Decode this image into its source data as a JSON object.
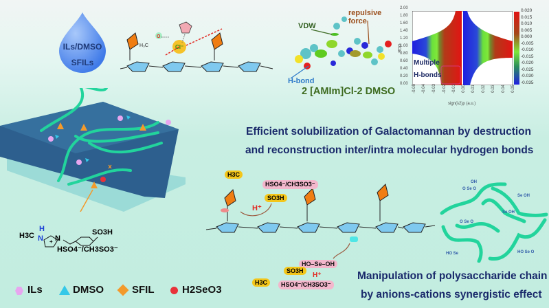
{
  "drop": {
    "line1": "ILs/DMSO",
    "line2": "SFILs"
  },
  "top_scheme": {
    "dmso_label": "H3C",
    "chloride_label": "Cl⁻",
    "h_labels": [
      "H",
      "H",
      "H"
    ]
  },
  "molecule": {
    "vdw_label": "VDW",
    "repulsive_label": "repulsive force",
    "hbond_label": "H-bond",
    "caption": "2 [AMIm]Cl-2 DMSO"
  },
  "rdg_plot": {
    "annotation_line1": "Multiple",
    "annotation_line2": "H-bonds",
    "ylabel": "RDG",
    "xlabel": "sign(λ2)ρ (a.u.)",
    "y_ticks": [
      "2.00",
      "1.80",
      "1.60",
      "1.40",
      "1.20",
      "1.00",
      "0.80",
      "0.60",
      "0.40",
      "0.20",
      "0.00"
    ],
    "x_ticks": [
      "-0.05",
      "-0.04",
      "-0.03",
      "-0.02",
      "-0.01",
      "0.00",
      "0.01",
      "0.02",
      "0.03",
      "0.04",
      "0.05"
    ],
    "colorbar_ticks": [
      "0.020",
      "0.015",
      "0.010",
      "0.005",
      "0.000",
      "-0.005",
      "-0.010",
      "-0.015",
      "-0.020",
      "-0.025",
      "-0.030",
      "-0.035"
    ]
  },
  "headline1": {
    "line1": "Efficient solubilization of Galactomannan by destruction",
    "line2": "and reconstruction inter/intra molecular hydrogen bonds"
  },
  "headline2": {
    "line1": "Manipulation of polysaccharide chain",
    "line2": "by anions-cations synergistic effect"
  },
  "sfil_structure": {
    "methyl": "H3C",
    "nh": "H",
    "n_plus": "N",
    "n2": "N",
    "so3h": "SO3H",
    "anion": "HSO4⁻/CH3SO3⁻"
  },
  "mechanism": {
    "top_methyl": "H3C",
    "top_anion": "HSO4⁻/CH3SO3⁻",
    "top_so3h": "SO3H",
    "top_proton": "H⁺",
    "bottom_acid": "HO–Se–OH",
    "bottom_acid_o": "O",
    "bottom_proton": "H⁺",
    "bottom_methyl": "H3C",
    "bottom_so3h": "SO3H",
    "bottom_anion": "HSO4⁻/CH3SO3⁻",
    "oh_label": "OH"
  },
  "selenite_groups": [
    {
      "text": "O Se OH O"
    },
    {
      "text": "O Se OH O"
    },
    {
      "text": "O Se OH O"
    },
    {
      "text": "O Se OH O"
    },
    {
      "text": "HO Se O O"
    },
    {
      "text": "HO Se O O"
    }
  ],
  "legend": [
    {
      "label": "ILs",
      "icon": "pink-hexagon",
      "color": "#e7a6ef"
    },
    {
      "label": "DMSO",
      "icon": "cyan-tripod",
      "color": "#34c8e8"
    },
    {
      "label": "SFIL",
      "icon": "orange-pyramid",
      "color": "#f39a2b"
    },
    {
      "label": "H2SeO3",
      "icon": "red-sphere",
      "color": "#e8323a"
    }
  ]
}
